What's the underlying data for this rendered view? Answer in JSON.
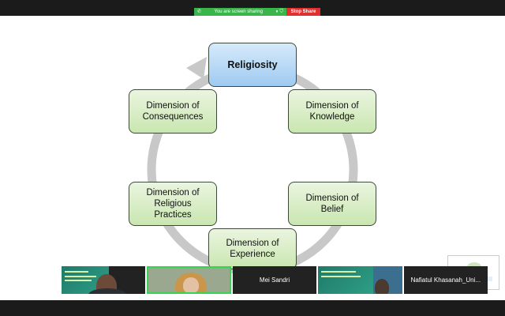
{
  "screen_share": {
    "status_text": "You are screen sharing",
    "stop_label": "Stop Share",
    "status_color": "#39b54a",
    "stop_color": "#e02f2f"
  },
  "diagram": {
    "center": "Religiosity",
    "nodes": {
      "knowledge": "Dimension of\nKnowledge",
      "belief": "Dimension of\nBelief",
      "experience": "Dimension of\nExperience",
      "practices": "Dimension of\nReligious\nPractices",
      "consequences": "Dimension of\nConsequences"
    }
  },
  "participants": [
    {
      "name": "",
      "kind": "video"
    },
    {
      "name": "",
      "kind": "video",
      "active": true
    },
    {
      "name": "Mei Sandri",
      "kind": "name"
    },
    {
      "name": "",
      "kind": "video"
    },
    {
      "name": "Nafiatul Khasanah_Uni...",
      "kind": "name"
    }
  ]
}
